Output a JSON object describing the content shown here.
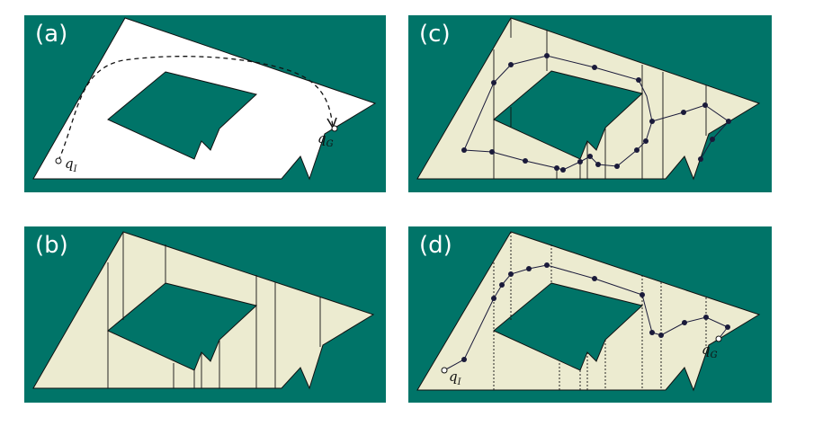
{
  "colors": {
    "background_teal": "#007468",
    "free_space_white": "#ffffff",
    "cell_fill_cream": "#ecebd0",
    "path_dark": "#1a1a3a",
    "edge_black": "#111111"
  },
  "panels": {
    "a": {
      "label": "(a)",
      "start_label": "q",
      "start_sub": "I",
      "goal_label": "q",
      "goal_sub": "G"
    },
    "b": {
      "label": "(b)"
    },
    "c": {
      "label": "(c)"
    },
    "d": {
      "label": "(d)",
      "start_label": "q",
      "start_sub": "I",
      "goal_label": "q",
      "goal_sub": "G"
    }
  },
  "icons": {
    "start": "open-circle-icon",
    "goal": "open-circle-icon",
    "roadmap_vertex": "filled-dot-icon"
  }
}
